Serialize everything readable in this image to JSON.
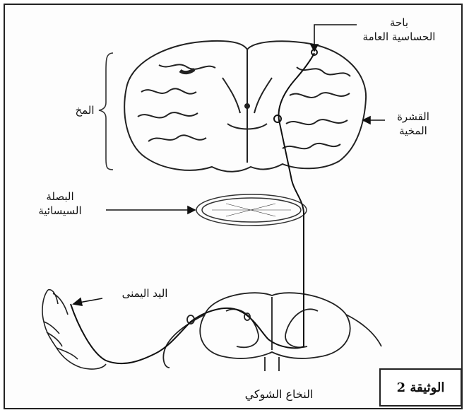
{
  "document_label": "الوثيقة 2",
  "labels": {
    "area_line1": "باحة",
    "area_line2": "الحساسية العامة",
    "brain": "المخ",
    "cortex_line1": "القشرة",
    "cortex_line2": "المخية",
    "thalamus_line1": "البصلة",
    "thalamus_line2": "السيسائية",
    "right_hand": "اليد اليمنى",
    "spinal_cord": "النخاع الشوكي"
  }
}
